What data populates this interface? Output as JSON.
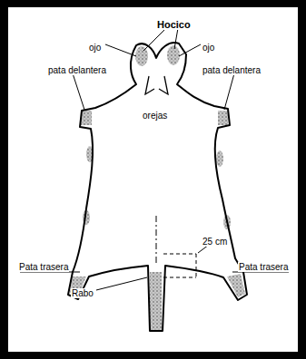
{
  "diagram": {
    "labels": [
      "Hocico",
      "ojo",
      "ojo",
      "pata delantera",
      "pata delantera",
      "orejas",
      "25 cm",
      "Pata trasera",
      "Pata trasera",
      "Rabo"
    ]
  }
}
